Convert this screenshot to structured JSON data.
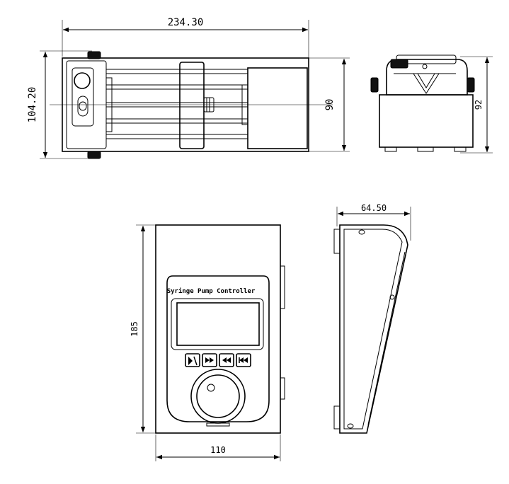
{
  "dimensions": {
    "top_length": "234.30",
    "top_height_left": "104.20",
    "top_height_right": "90",
    "side_height": "92",
    "front_height": "185",
    "front_width": "110",
    "profile_width": "64.50"
  },
  "panel": {
    "label": "Syringe Pump Controller"
  }
}
